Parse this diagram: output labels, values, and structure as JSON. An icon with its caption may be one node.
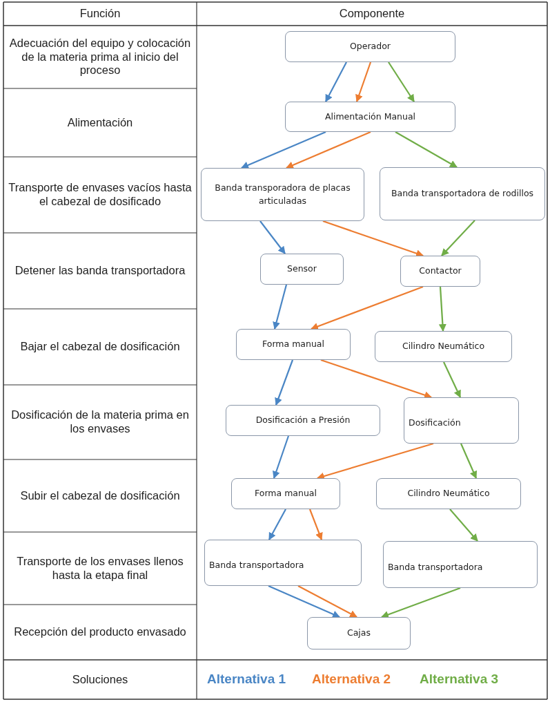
{
  "diagram": {
    "nodes": [
      {
        "text": [
          "Operador"
        ]
      },
      {
        "text": [
          "Alimentación Manual"
        ]
      },
      {
        "text": [
          "Banda transporadora de placas articuladas"
        ]
      },
      {
        "text": [
          "Banda transportadora de rodillos"
        ]
      },
      {
        "text": [
          "Sensor"
        ]
      },
      {
        "text": [
          "Contactor"
        ]
      },
      {
        "text": [
          "Forma manual"
        ]
      },
      {
        "text": [
          "Cilindro Neumático"
        ]
      },
      {
        "text": [
          "Dosificación a Presión"
        ]
      },
      {
        "text": [
          "Dosificación"
        ]
      },
      {
        "text": [
          "Forma manual"
        ]
      },
      {
        "text": [
          "Cilindro Neumático"
        ]
      },
      {
        "text": [
          "Banda transportadora"
        ]
      },
      {
        "text": [
          "Banda transportadora"
        ]
      },
      {
        "text": [
          "Cajas"
        ]
      }
    ],
    "edges": [
      {
        "from": 0,
        "to": 1,
        "arrow": "to",
        "color": "#4a86c5"
      },
      {
        "from": 0,
        "to": 1,
        "arrow": "to",
        "color": "#ed7d31"
      },
      {
        "from": 0,
        "to": 1,
        "arrow": "to",
        "color": "#70ad47"
      },
      {
        "from": 1,
        "to": 2,
        "arrow": "to",
        "color": "#4a86c5"
      },
      {
        "from": 1,
        "to": 2,
        "arrow": "to",
        "color": "#ed7d31"
      },
      {
        "from": 1,
        "to": 3,
        "arrow": "to",
        "color": "#70ad47"
      },
      {
        "from": 2,
        "to": 4,
        "arrow": "to",
        "color": "#4a86c5"
      },
      {
        "from": 2,
        "to": 5,
        "arrow": "to",
        "color": "#ed7d31"
      },
      {
        "from": 3,
        "to": 5,
        "arrow": "to",
        "color": "#70ad47"
      },
      {
        "from": 4,
        "to": 6,
        "arrow": "to",
        "color": "#4a86c5"
      },
      {
        "from": 5,
        "to": 6,
        "arrow": "to",
        "color": "#ed7d31"
      },
      {
        "from": 5,
        "to": 7,
        "arrow": "to",
        "color": "#70ad47"
      },
      {
        "from": 6,
        "to": 8,
        "arrow": "to",
        "color": "#4a86c5"
      },
      {
        "from": 6,
        "to": 9,
        "arrow": "to",
        "color": "#ed7d31"
      },
      {
        "from": 7,
        "to": 9,
        "arrow": "to",
        "color": "#70ad47"
      },
      {
        "from": 8,
        "to": 10,
        "arrow": "to",
        "color": "#4a86c5"
      },
      {
        "from": 9,
        "to": 10,
        "arrow": "to",
        "color": "#ed7d31"
      },
      {
        "from": 9,
        "to": 11,
        "arrow": "to",
        "color": "#70ad47"
      },
      {
        "from": 10,
        "to": 12,
        "arrow": "to",
        "color": "#4a86c5"
      },
      {
        "from": 10,
        "to": 12,
        "arrow": "to",
        "color": "#ed7d31"
      },
      {
        "from": 11,
        "to": 13,
        "arrow": "to",
        "color": "#70ad47"
      },
      {
        "from": 12,
        "to": 14,
        "arrow": "to",
        "color": "#4a86c5"
      },
      {
        "from": 12,
        "to": 14,
        "arrow": "to",
        "color": "#ed7d31"
      },
      {
        "from": 13,
        "to": 14,
        "arrow": "to",
        "color": "#70ad47"
      }
    ],
    "labels": [
      "Función",
      "Componente",
      "Adecuación del equipo y colocación de la materia prima al inicio del proceso",
      "Alimentación",
      "Transporte de envases vacíos hasta el cabezal de dosificado",
      "Detener las banda transportadora",
      "Bajar el cabezal de dosificación",
      "Dosificación de la materia prima en los envases",
      "Subir el cabezal de dosificación",
      "Transporte de los envases llenos hasta la etapa final",
      "Recepción del producto envasado",
      "Soluciones"
    ],
    "legend": [
      {
        "text": "Alternativa 1",
        "color": "#4a86c5"
      },
      {
        "text": "Alternativa 2",
        "color": "#ed7d31"
      },
      {
        "text": "Alternativa 3",
        "color": "#70ad47"
      }
    ]
  }
}
